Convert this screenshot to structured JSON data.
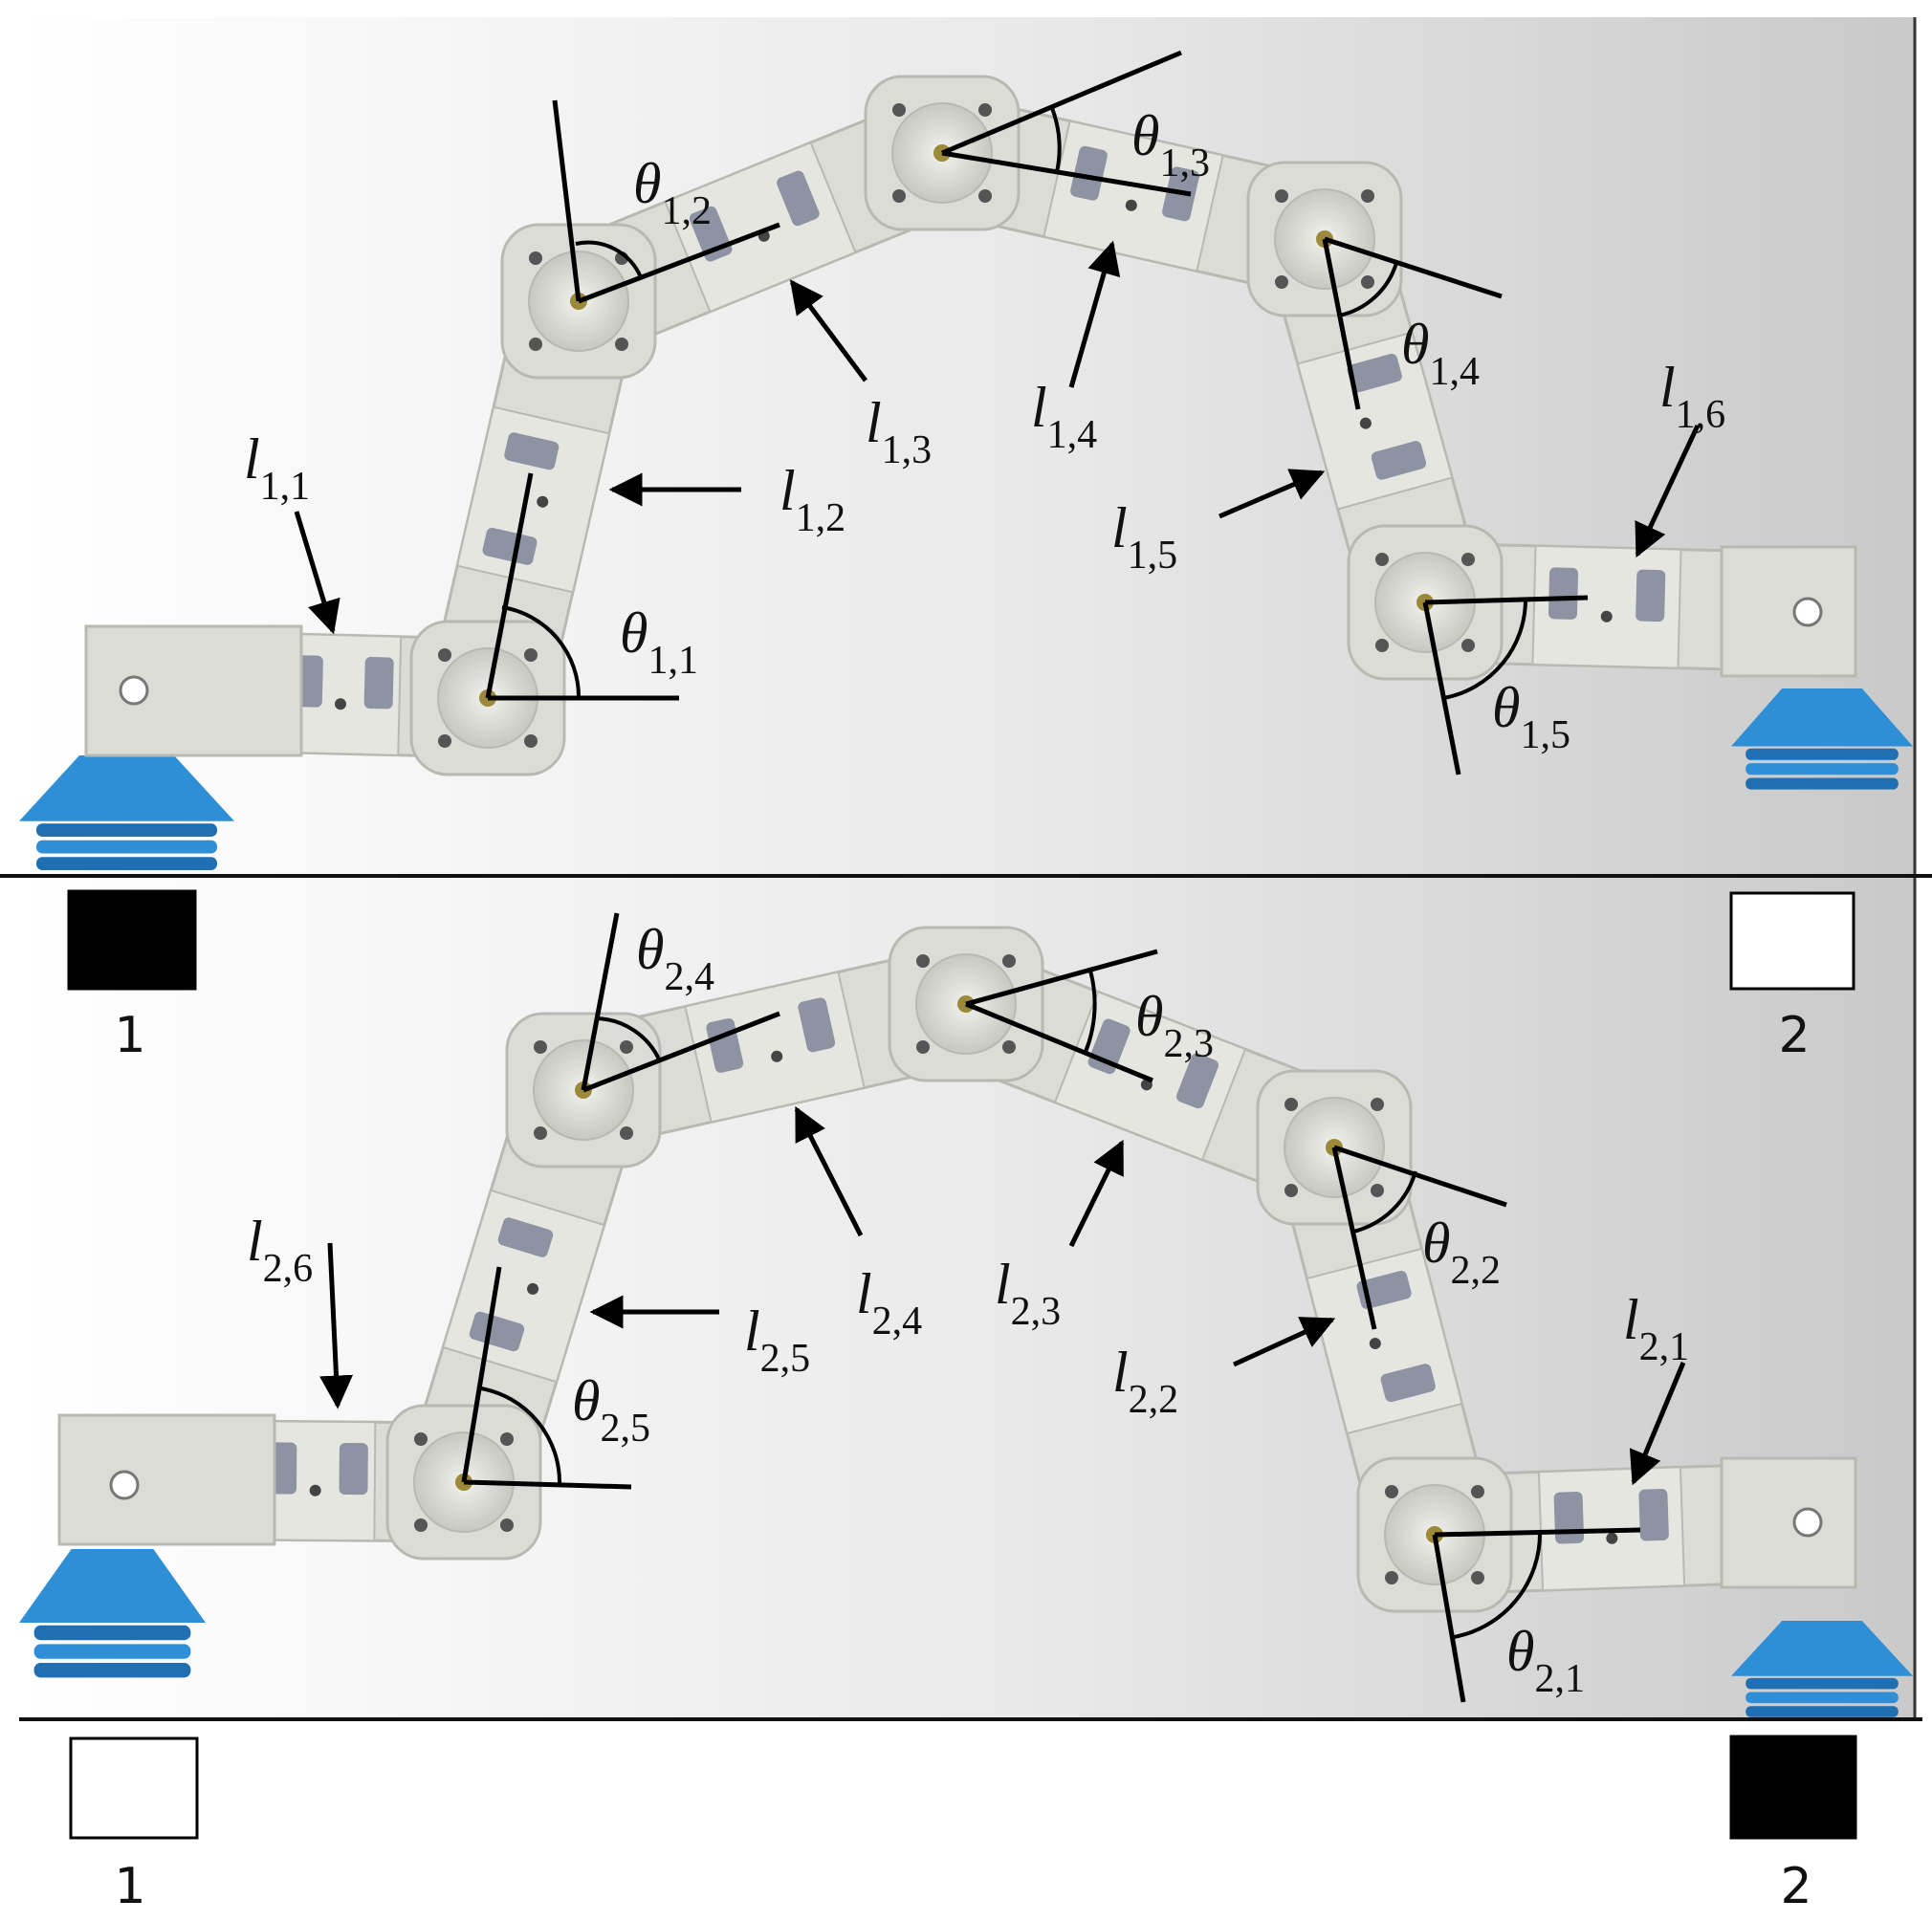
{
  "figure": {
    "top_panel": {
      "segment_labels": [
        {
          "sym": "l",
          "sub": "1,1"
        },
        {
          "sym": "l",
          "sub": "1,2"
        },
        {
          "sym": "l",
          "sub": "1,3"
        },
        {
          "sym": "l",
          "sub": "1,4"
        },
        {
          "sym": "l",
          "sub": "1,5"
        },
        {
          "sym": "l",
          "sub": "1,6"
        }
      ],
      "angle_labels": [
        {
          "sym": "θ",
          "sub": "1,1"
        },
        {
          "sym": "θ",
          "sub": "1,2"
        },
        {
          "sym": "θ",
          "sub": "1,3"
        },
        {
          "sym": "θ",
          "sub": "1,4"
        },
        {
          "sym": "θ",
          "sub": "1,5"
        }
      ],
      "base_indicators": [
        {
          "number": "1",
          "state": "filled"
        },
        {
          "number": "2",
          "state": "empty"
        }
      ]
    },
    "bottom_panel": {
      "segment_labels": [
        {
          "sym": "l",
          "sub": "2,1"
        },
        {
          "sym": "l",
          "sub": "2,2"
        },
        {
          "sym": "l",
          "sub": "2,3"
        },
        {
          "sym": "l",
          "sub": "2,4"
        },
        {
          "sym": "l",
          "sub": "2,5"
        },
        {
          "sym": "l",
          "sub": "2,6"
        }
      ],
      "angle_labels": [
        {
          "sym": "θ",
          "sub": "2,1"
        },
        {
          "sym": "θ",
          "sub": "2,2"
        },
        {
          "sym": "θ",
          "sub": "2,3"
        },
        {
          "sym": "θ",
          "sub": "2,4"
        },
        {
          "sym": "θ",
          "sub": "2,5"
        }
      ],
      "base_indicators": [
        {
          "number": "1",
          "state": "empty"
        },
        {
          "number": "2",
          "state": "filled"
        }
      ]
    },
    "colors": {
      "module": "#dcdcd6",
      "module_shade": "#b9b9b2",
      "suction_cup": "#2f8fd6",
      "suction_cup_dark": "#1f6fb2",
      "indicator_filled": "#000000"
    }
  }
}
